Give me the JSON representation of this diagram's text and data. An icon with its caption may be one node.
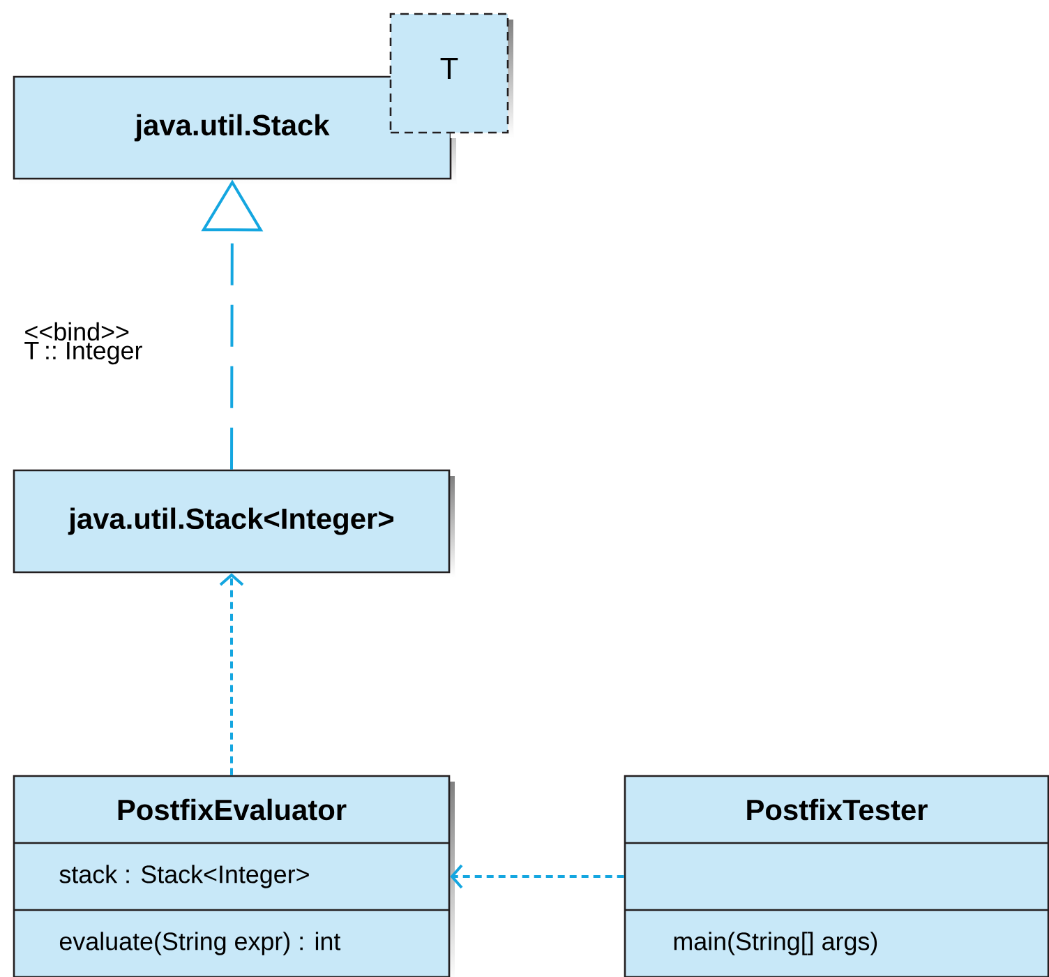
{
  "diagram": {
    "nodes": [
      {
        "text": [
          "java.util.Stack"
        ]
      },
      {
        "text": [
          "T"
        ]
      },
      {
        "text": [
          "java.util.Stack<Integer>"
        ]
      },
      {
        "text": [
          "PostfixEvaluator",
          "stack : Stack<Integer>",
          "evaluate(String expr) : int"
        ]
      },
      {
        "text": [
          "PostfixTester",
          "main(String[] args)"
        ]
      }
    ],
    "edges": [
      {
        "from": 2,
        "to": 0,
        "arrow": "to",
        "style": "dashed",
        "label": "<<bind>> T :: Integer"
      },
      {
        "from": 3,
        "to": 2,
        "arrow": "to",
        "style": "dashed"
      },
      {
        "from": 4,
        "to": 3,
        "arrow": "to",
        "style": "dashed"
      }
    ]
  }
}
